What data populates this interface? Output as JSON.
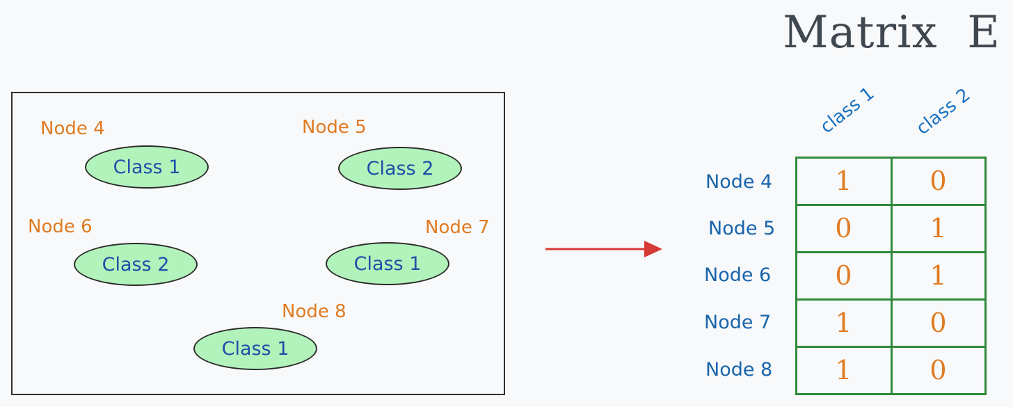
{
  "title": "Matrix  E",
  "graph": {
    "nodes": [
      {
        "node_label": "Node 4",
        "class_label": "Class 1"
      },
      {
        "node_label": "Node 5",
        "class_label": "Class 2"
      },
      {
        "node_label": "Node 6",
        "class_label": "Class 2"
      },
      {
        "node_label": "Node 7",
        "class_label": "Class 1"
      },
      {
        "node_label": "Node 8",
        "class_label": "Class 1"
      }
    ]
  },
  "matrix": {
    "columns": [
      "class 1",
      "class 2"
    ],
    "rows": [
      {
        "label": "Node 4",
        "values": [
          "1",
          "0"
        ]
      },
      {
        "label": "Node 5",
        "values": [
          "0",
          "1"
        ]
      },
      {
        "label": "Node 6",
        "values": [
          "0",
          "1"
        ]
      },
      {
        "label": "Node 7",
        "values": [
          "1",
          "0"
        ]
      },
      {
        "label": "Node 8",
        "values": [
          "1",
          "0"
        ]
      }
    ]
  },
  "colors": {
    "node_label": "#e07b21",
    "class_fill": "#b2f2bb",
    "class_text": "#1e4fa8",
    "matrix_border": "#2f8a3a",
    "arrow": "#d63a35"
  }
}
